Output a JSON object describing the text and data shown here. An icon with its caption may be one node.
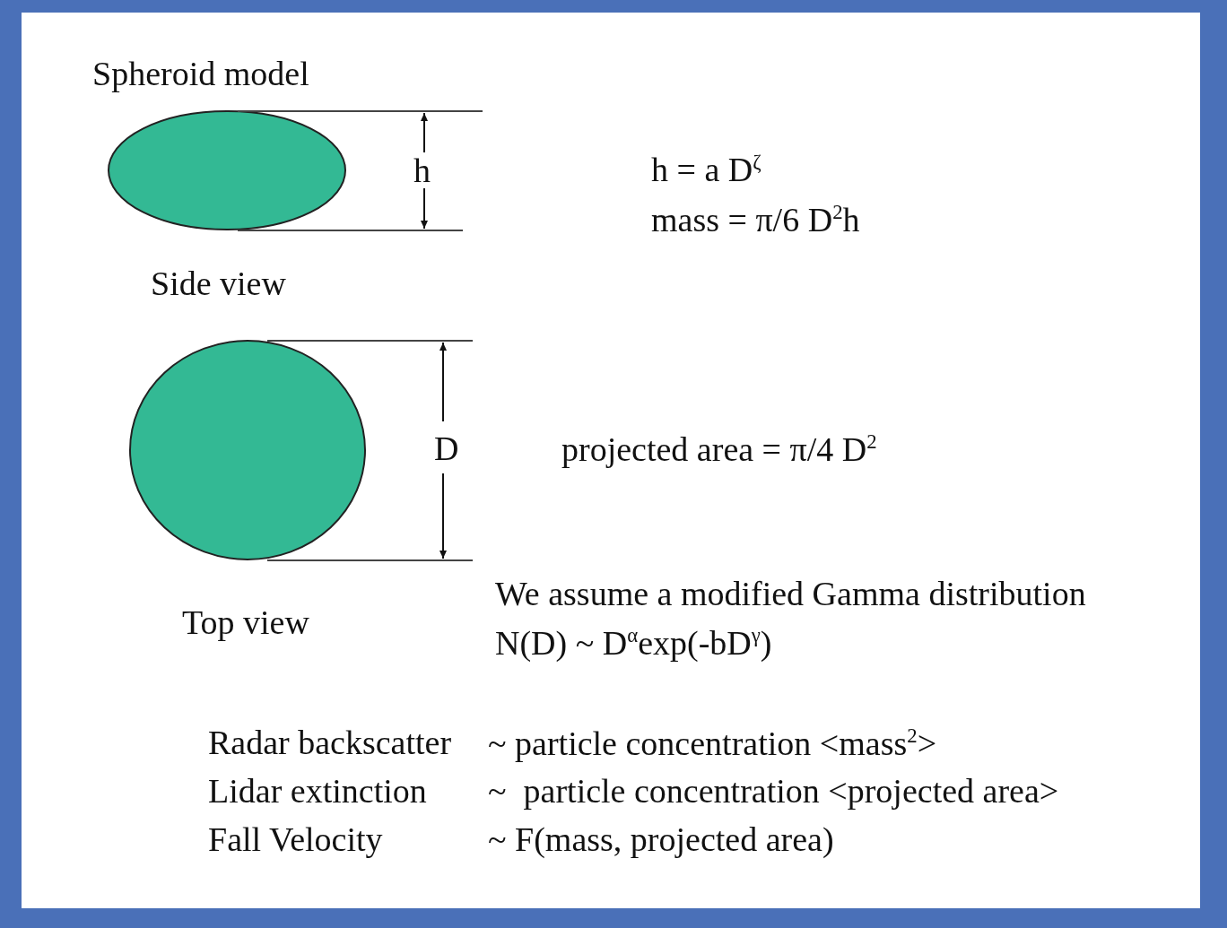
{
  "diagram": {
    "title": "Spheroid model",
    "labels": [
      "h",
      "h = a D$^{ζ}$",
      "mass = π/6 D$^{2}$h",
      "Side view",
      "D",
      "projected area = π/4 D$^{2}$",
      "Top view",
      "We assume a modified Gamma distribution",
      "N(D) ~ D$^{α}$exp(-bD$^{γ}$)",
      "Radar backscatter",
      "~ particle concentration <mass$^{2}$>",
      "Lidar extinction",
      "~  particle concentration <projected area>",
      "Fall Velocity",
      "~ F(mass, projected area)"
    ]
  }
}
